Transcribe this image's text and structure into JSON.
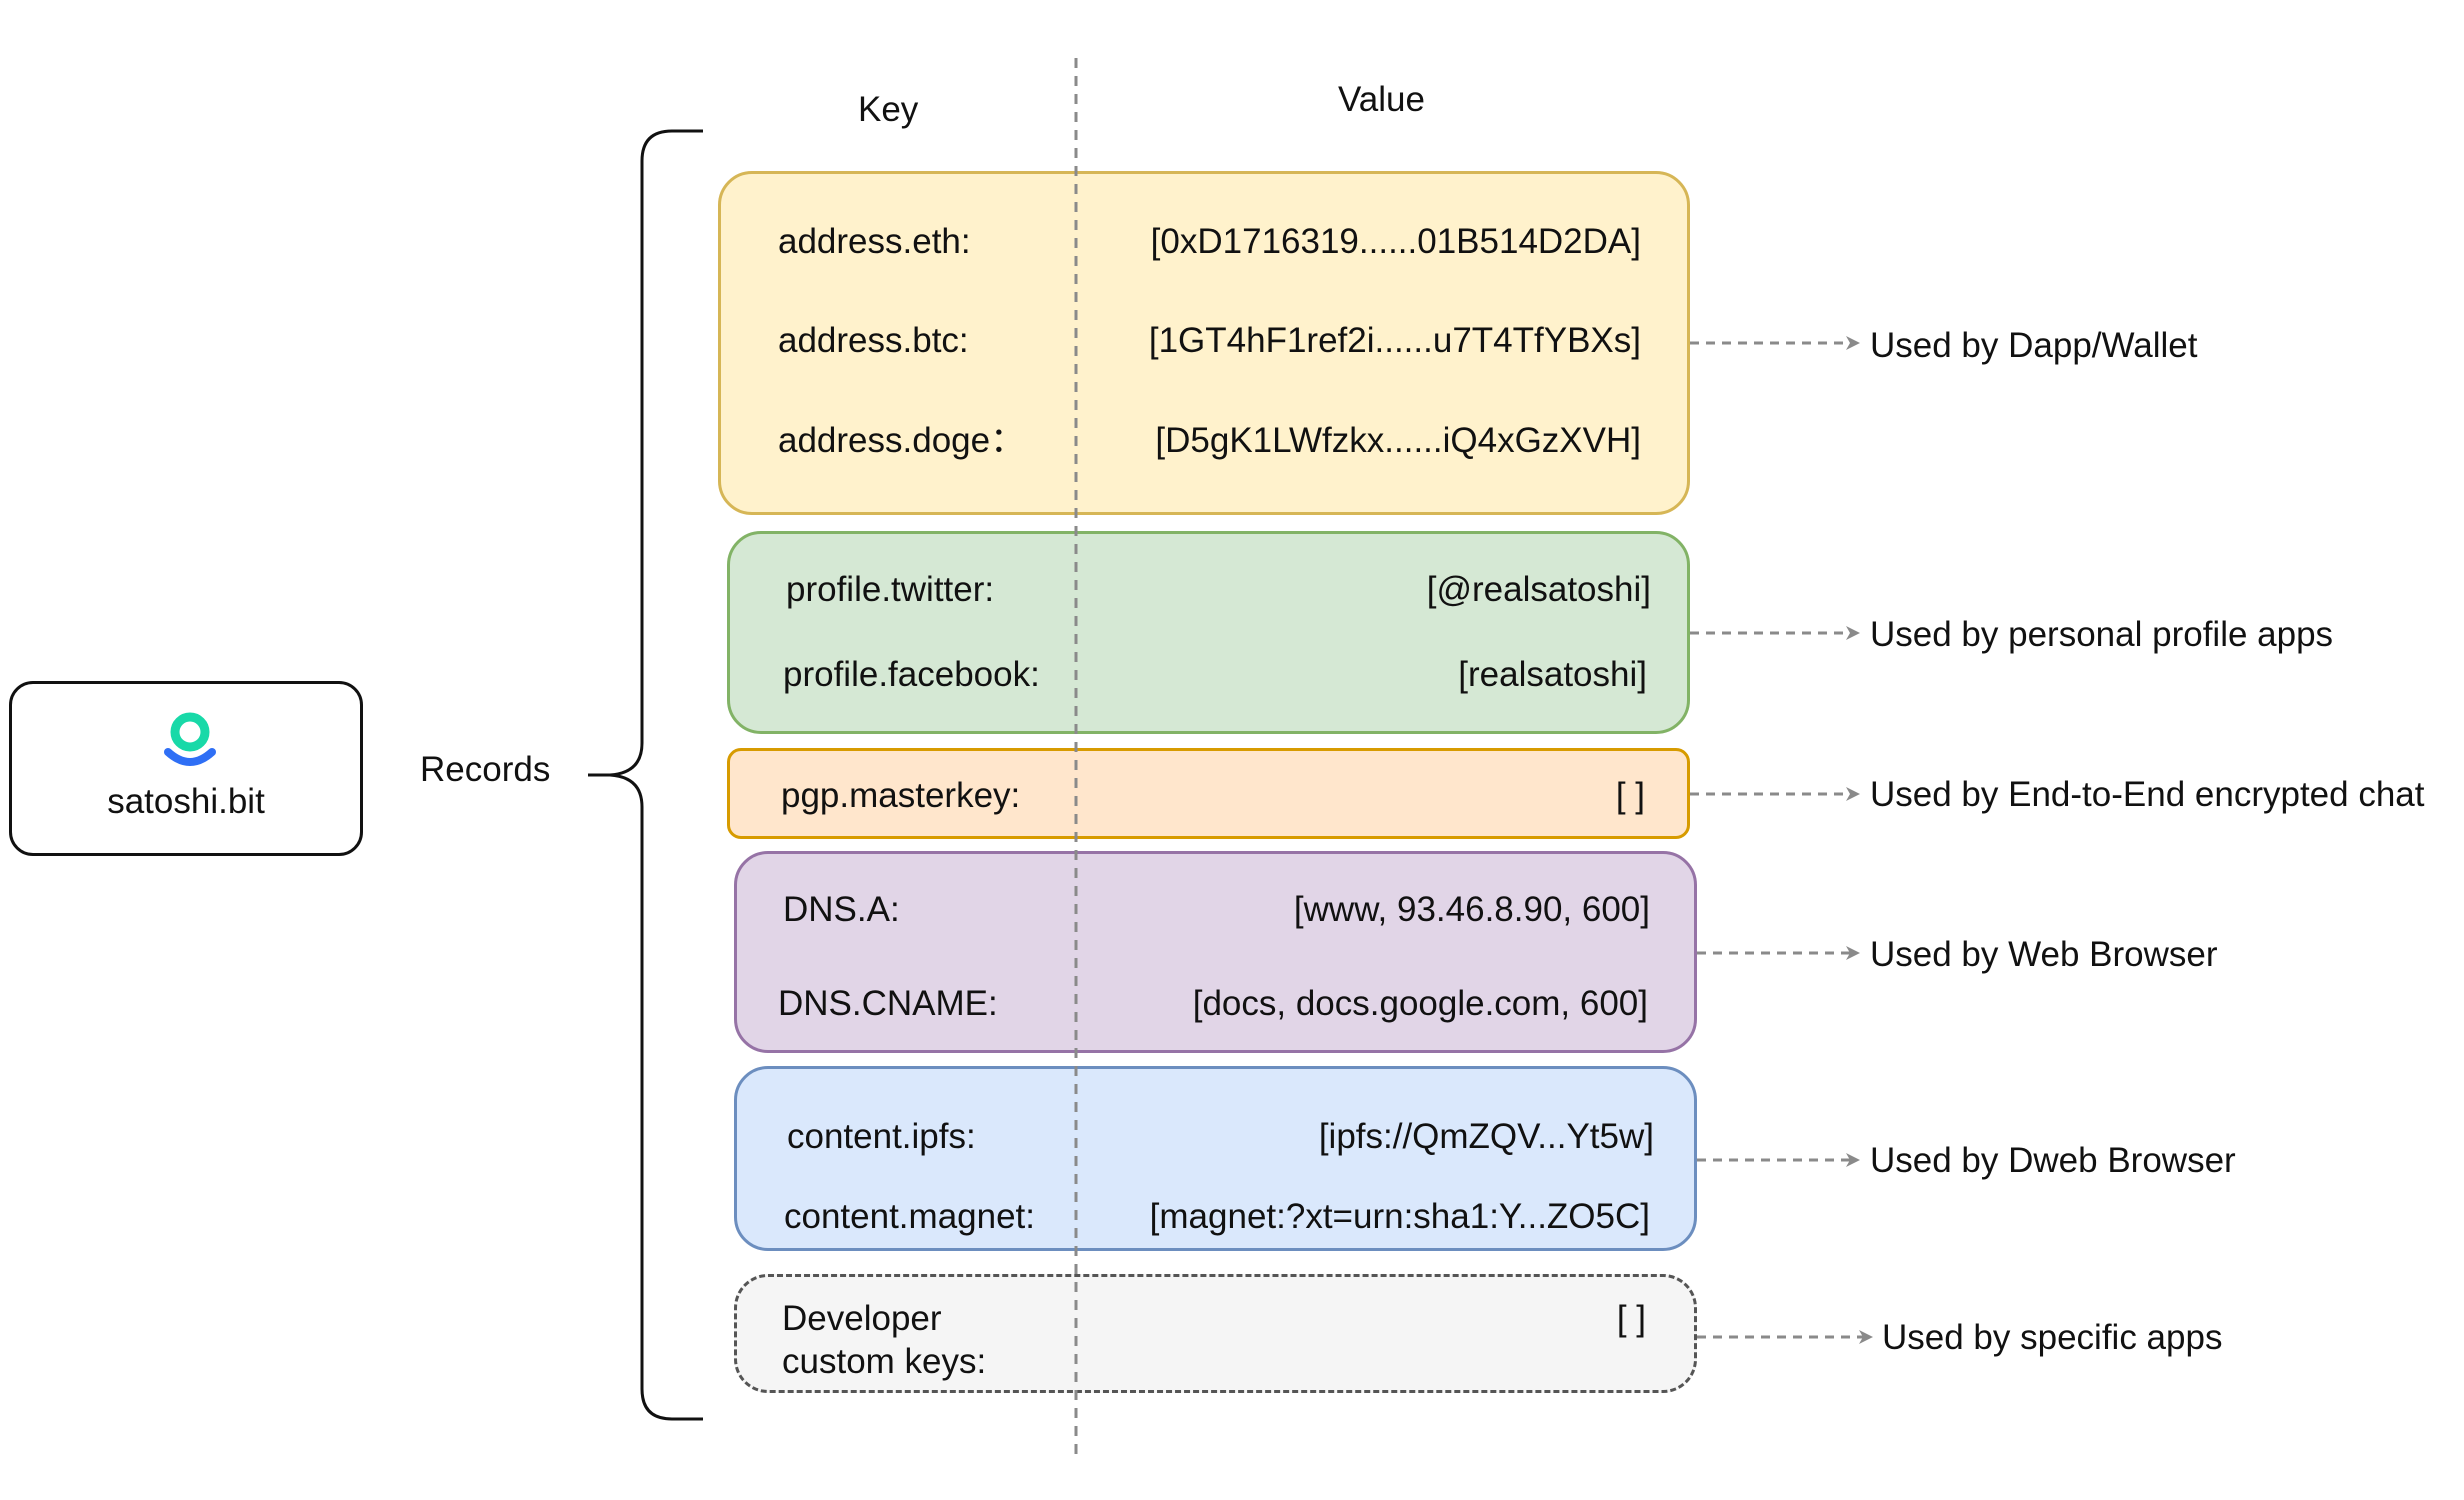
{
  "node": {
    "label": "satoshi.bit",
    "logo_icon": "dotbit-logo-icon",
    "logo_color_top": "#18d9a8",
    "logo_color_bottom": "#2f6ff5"
  },
  "records_label": "Records",
  "columns": {
    "key": "Key",
    "value": "Value"
  },
  "groups": [
    {
      "colors": {
        "fill": "#fff2cc",
        "stroke": "#d6b656"
      },
      "rows": [
        {
          "key": "address.eth:",
          "value": "[0xD1716319......01B514D2DA]"
        },
        {
          "key": "address.btc:",
          "value": "[1GT4hF1ref2i......u7T4TfYBXs]"
        },
        {
          "key": "address.doge：",
          "value": "[D5gK1LWfzkx......iQ4xGzXVH]"
        }
      ],
      "used_by": "Used by Dapp/Wallet"
    },
    {
      "colors": {
        "fill": "#d5e8d4",
        "stroke": "#82b366"
      },
      "rows": [
        {
          "key": "profile.twitter:",
          "value": "[@realsatoshi]"
        },
        {
          "key": "profile.facebook:",
          "value": "[realsatoshi]"
        }
      ],
      "used_by": "Used by personal profile apps"
    },
    {
      "colors": {
        "fill": "#ffe6cc",
        "stroke": "#d79b00"
      },
      "rows": [
        {
          "key": "pgp.masterkey:",
          "value": "[ ]"
        }
      ],
      "used_by": "Used by End-to-End encrypted chat"
    },
    {
      "colors": {
        "fill": "#e1d5e7",
        "stroke": "#9673a6"
      },
      "rows": [
        {
          "key": "DNS.A:",
          "value": "[www, 93.46.8.90, 600]"
        },
        {
          "key": "DNS.CNAME:",
          "value": "[docs, docs.google.com, 600]"
        }
      ],
      "used_by": "Used by Web Browser"
    },
    {
      "colors": {
        "fill": "#dae8fc",
        "stroke": "#6c8ebf"
      },
      "rows": [
        {
          "key": "content.ipfs:",
          "value": "[ipfs://QmZQV...Yt5w]"
        },
        {
          "key": "content.magnet:",
          "value": "[magnet:?xt=urn:sha1:Y...ZO5C]"
        }
      ],
      "used_by": "Used by Dweb Browser"
    },
    {
      "colors": {
        "fill": "#f5f5f5",
        "stroke": "#555555"
      },
      "rows": [
        {
          "key_line1": "Developer",
          "key_line2": "custom keys:",
          "value": "[ ]"
        }
      ],
      "used_by": "Used by specific apps"
    }
  ]
}
